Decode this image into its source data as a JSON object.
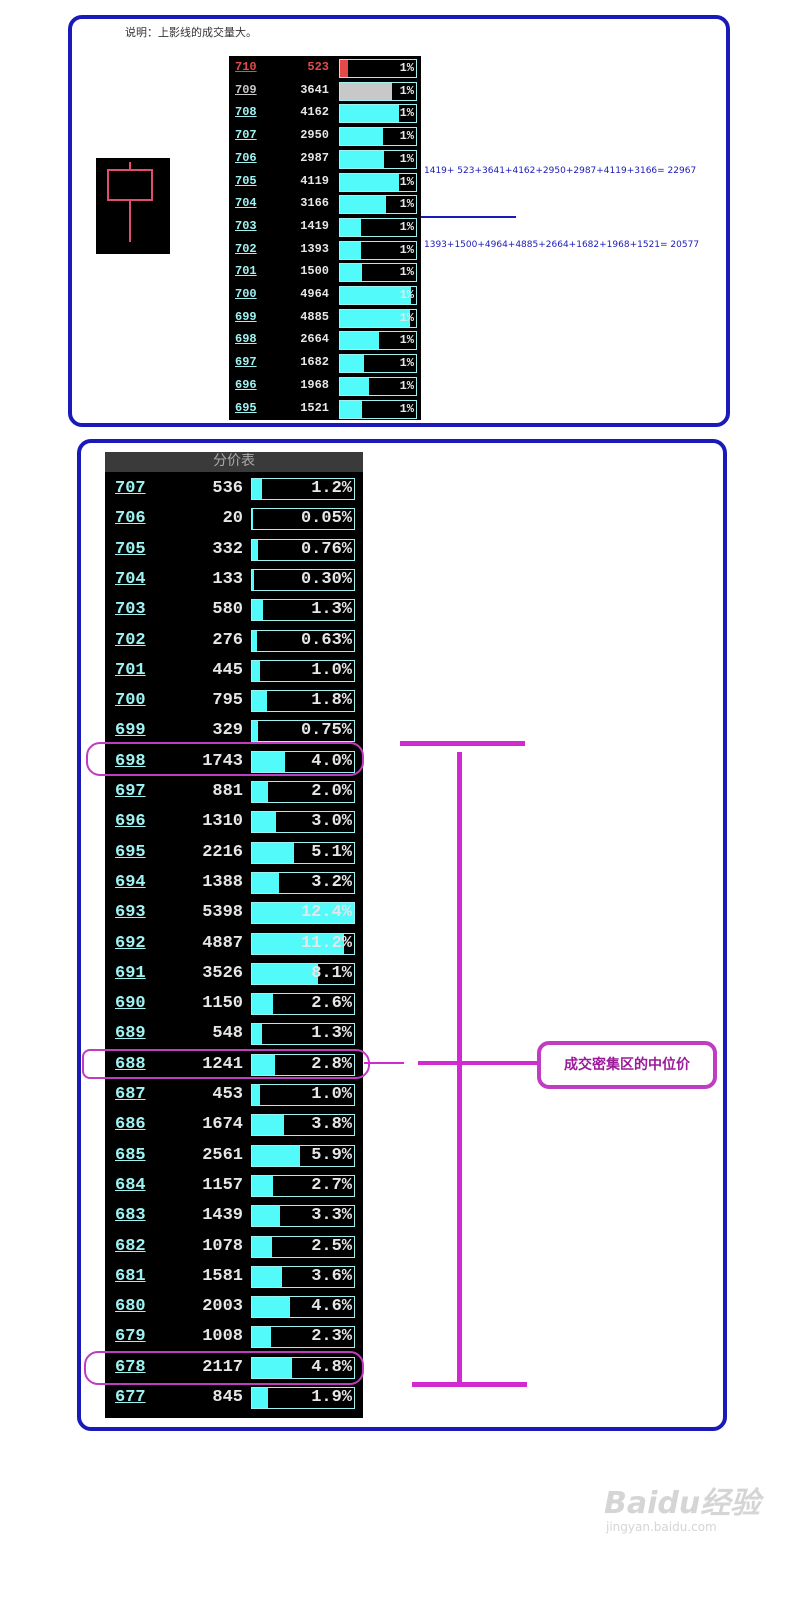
{
  "top": {
    "note": "说明：上影线的成交量大。",
    "rows": [
      {
        "price": "710",
        "volume": "523",
        "pct": "1%",
        "fill": 0.1,
        "color": "#e34b4b"
      },
      {
        "price": "709",
        "volume": "3641",
        "pct": "1%",
        "fill": 0.68,
        "color": "#c8c8c8"
      },
      {
        "price": "708",
        "volume": "4162",
        "pct": "1%",
        "fill": 0.78
      },
      {
        "price": "707",
        "volume": "2950",
        "pct": "1%",
        "fill": 0.57
      },
      {
        "price": "706",
        "volume": "2987",
        "pct": "1%",
        "fill": 0.58
      },
      {
        "price": "705",
        "volume": "4119",
        "pct": "1%",
        "fill": 0.77
      },
      {
        "price": "704",
        "volume": "3166",
        "pct": "1%",
        "fill": 0.6
      },
      {
        "price": "703",
        "volume": "1419",
        "pct": "1%",
        "fill": 0.27
      },
      {
        "price": "702",
        "volume": "1393",
        "pct": "1%",
        "fill": 0.27
      },
      {
        "price": "701",
        "volume": "1500",
        "pct": "1%",
        "fill": 0.29
      },
      {
        "price": "700",
        "volume": "4964",
        "pct": "1%",
        "fill": 0.93
      },
      {
        "price": "699",
        "volume": "4885",
        "pct": "1%",
        "fill": 0.92
      },
      {
        "price": "698",
        "volume": "2664",
        "pct": "1%",
        "fill": 0.51
      },
      {
        "price": "697",
        "volume": "1682",
        "pct": "1%",
        "fill": 0.32
      },
      {
        "price": "696",
        "volume": "1968",
        "pct": "1%",
        "fill": 0.38
      },
      {
        "price": "695",
        "volume": "1521",
        "pct": "1%",
        "fill": 0.29
      }
    ],
    "formula_upper": "1419+ 523+3641+4162+2950+2987+4119+3166= 22967",
    "formula_lower": "1393+1500+4964+4885+2664+1682+1968+1521= 20577"
  },
  "bottom": {
    "header": "分价表",
    "rows": [
      {
        "price": "707",
        "volume": "536",
        "pct": "1.2%",
        "fill": 0.1
      },
      {
        "price": "706",
        "volume": "20",
        "pct": "0.05%",
        "fill": 0.01
      },
      {
        "price": "705",
        "volume": "332",
        "pct": "0.76%",
        "fill": 0.06
      },
      {
        "price": "704",
        "volume": "133",
        "pct": "0.30%",
        "fill": 0.02
      },
      {
        "price": "703",
        "volume": "580",
        "pct": "1.3%",
        "fill": 0.11
      },
      {
        "price": "702",
        "volume": "276",
        "pct": "0.63%",
        "fill": 0.05
      },
      {
        "price": "701",
        "volume": "445",
        "pct": "1.0%",
        "fill": 0.08
      },
      {
        "price": "700",
        "volume": "795",
        "pct": "1.8%",
        "fill": 0.15
      },
      {
        "price": "699",
        "volume": "329",
        "pct": "0.75%",
        "fill": 0.06
      },
      {
        "price": "698",
        "volume": "1743",
        "pct": "4.0%",
        "fill": 0.32
      },
      {
        "price": "697",
        "volume": "881",
        "pct": "2.0%",
        "fill": 0.16
      },
      {
        "price": "696",
        "volume": "1310",
        "pct": "3.0%",
        "fill": 0.24
      },
      {
        "price": "695",
        "volume": "2216",
        "pct": "5.1%",
        "fill": 0.41
      },
      {
        "price": "694",
        "volume": "1388",
        "pct": "3.2%",
        "fill": 0.26
      },
      {
        "price": "693",
        "volume": "5398",
        "pct": "12.4%",
        "fill": 1.0
      },
      {
        "price": "692",
        "volume": "4887",
        "pct": "11.2%",
        "fill": 0.9
      },
      {
        "price": "691",
        "volume": "3526",
        "pct": "8.1%",
        "fill": 0.65
      },
      {
        "price": "690",
        "volume": "1150",
        "pct": "2.6%",
        "fill": 0.21
      },
      {
        "price": "689",
        "volume": "548",
        "pct": "1.3%",
        "fill": 0.1
      },
      {
        "price": "688",
        "volume": "1241",
        "pct": "2.8%",
        "fill": 0.23
      },
      {
        "price": "687",
        "volume": "453",
        "pct": "1.0%",
        "fill": 0.08
      },
      {
        "price": "686",
        "volume": "1674",
        "pct": "3.8%",
        "fill": 0.31
      },
      {
        "price": "685",
        "volume": "2561",
        "pct": "5.9%",
        "fill": 0.47
      },
      {
        "price": "684",
        "volume": "1157",
        "pct": "2.7%",
        "fill": 0.21
      },
      {
        "price": "683",
        "volume": "1439",
        "pct": "3.3%",
        "fill": 0.27
      },
      {
        "price": "682",
        "volume": "1078",
        "pct": "2.5%",
        "fill": 0.2
      },
      {
        "price": "681",
        "volume": "1581",
        "pct": "3.6%",
        "fill": 0.29
      },
      {
        "price": "680",
        "volume": "2003",
        "pct": "4.6%",
        "fill": 0.37
      },
      {
        "price": "679",
        "volume": "1008",
        "pct": "2.3%",
        "fill": 0.19
      },
      {
        "price": "678",
        "volume": "2117",
        "pct": "4.8%",
        "fill": 0.39
      },
      {
        "price": "677",
        "volume": "845",
        "pct": "1.9%",
        "fill": 0.16
      }
    ],
    "label": "成交密集区的中位价"
  },
  "watermark": {
    "brand": "Baidu经验",
    "url": "jingyan.baidu.com"
  },
  "colors": {
    "border": "#1a1ab8",
    "bar": "#52fafa",
    "magenta": "#d12ad1",
    "price": "#9ff2f2"
  }
}
